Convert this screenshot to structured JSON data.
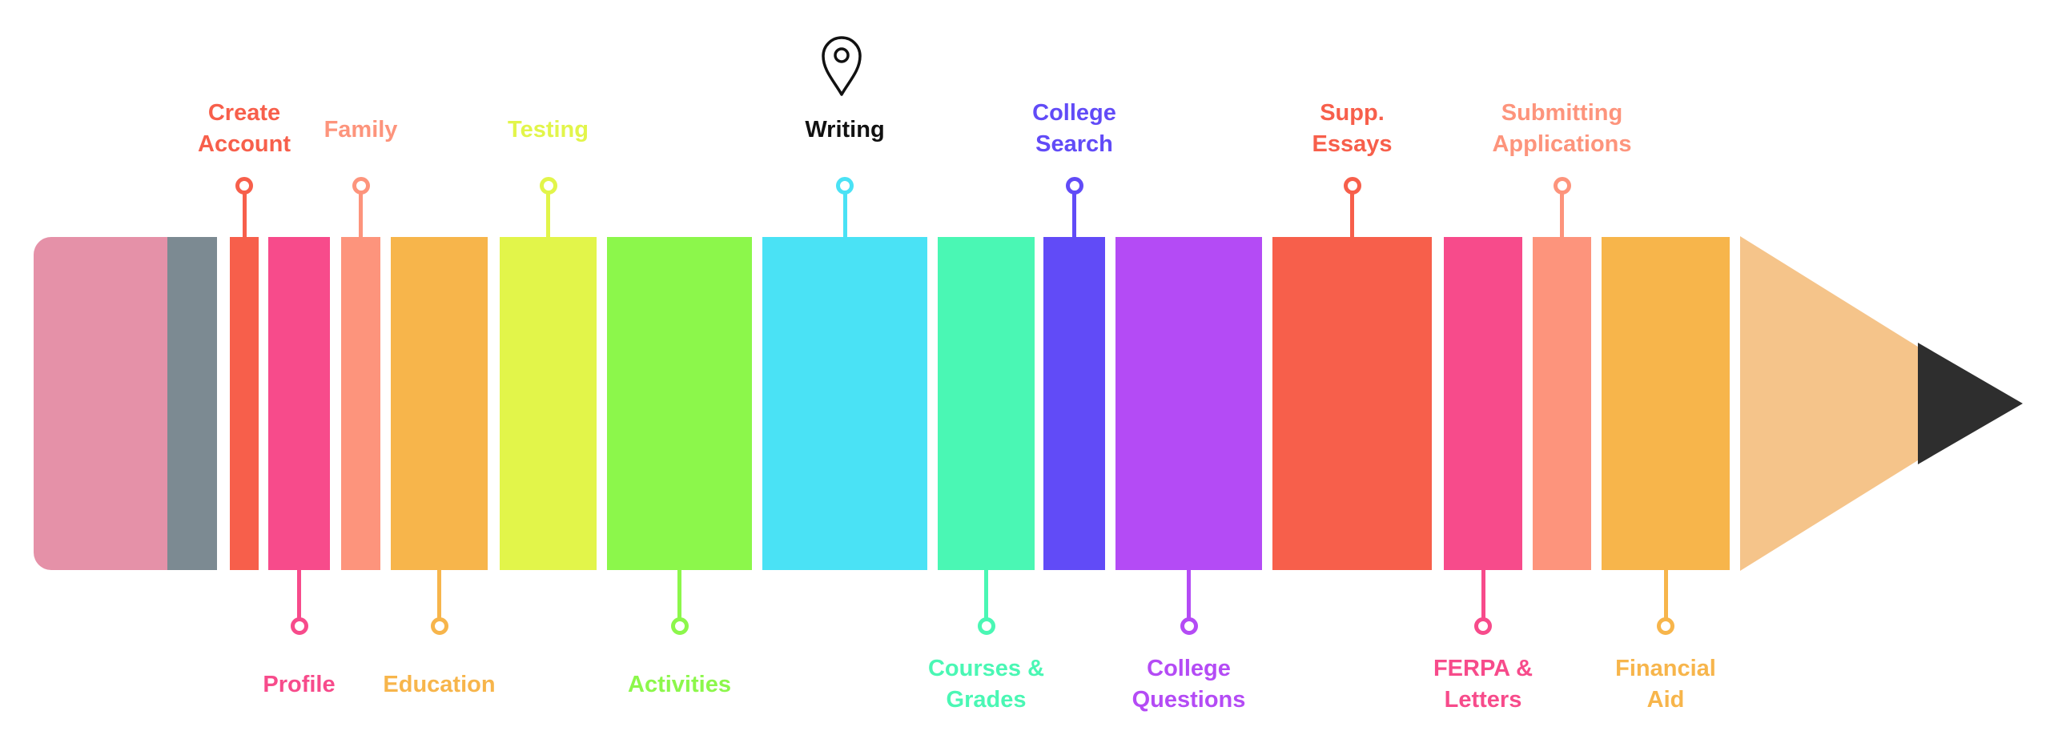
{
  "title_icon": "map-pin-icon",
  "colors": {
    "eraser": "#E591A8",
    "ferrule": "#7C8A92",
    "wood": "#F5C48A",
    "lead": "#2E2E2E",
    "highlight_label": "#111111"
  },
  "milestones": [
    {
      "lines": [
        "Create",
        "Account"
      ],
      "color": "#F75F4B",
      "side": "top"
    },
    {
      "lines": [
        "Profile"
      ],
      "color": "#F74B8B",
      "side": "bottom"
    },
    {
      "lines": [
        "Family"
      ],
      "color": "#FD947C",
      "side": "top"
    },
    {
      "lines": [
        "Education"
      ],
      "color": "#F7B54B",
      "side": "bottom"
    },
    {
      "lines": [
        "Testing"
      ],
      "color": "#E2F54A",
      "side": "top"
    },
    {
      "lines": [
        "Activities"
      ],
      "color": "#8CF74B",
      "side": "bottom"
    },
    {
      "lines": [
        "Writing"
      ],
      "color": "#4AE2F5",
      "side": "top",
      "current": true
    },
    {
      "lines": [
        "Courses &",
        "Grades"
      ],
      "color": "#4AF7B4",
      "side": "bottom"
    },
    {
      "lines": [
        "College",
        "Search"
      ],
      "color": "#614BF7",
      "side": "top"
    },
    {
      "lines": [
        "College",
        "Questions"
      ],
      "color": "#B44BF5",
      "side": "bottom"
    },
    {
      "lines": [
        "Supp.",
        "Essays"
      ],
      "color": "#F75F4B",
      "side": "top"
    },
    {
      "lines": [
        "FERPA &",
        "Letters"
      ],
      "color": "#F74B8B",
      "side": "bottom"
    },
    {
      "lines": [
        "Submitting",
        "Applications"
      ],
      "color": "#FD947C",
      "side": "top"
    },
    {
      "lines": [
        "Financial",
        "Aid"
      ],
      "color": "#F7B54B",
      "side": "bottom"
    }
  ]
}
